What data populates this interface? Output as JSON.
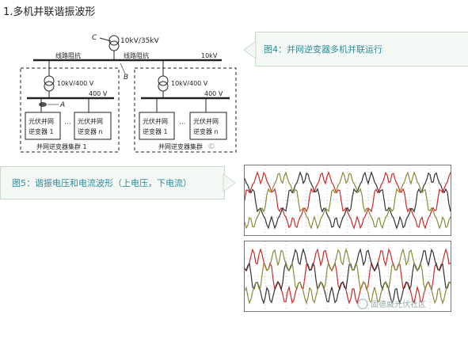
{
  "section_heading": "1.多机并联谐振波形",
  "callouts": {
    "fig4": "图4：并网逆变器多机并联运行",
    "fig5": "图5：谐振电压和电流波形（上电压，下电流）"
  },
  "circuit": {
    "transformer_top": "10kV/35kV",
    "label_c": "C",
    "line_impedance_left": "线路阻抗",
    "line_impedance_right": "线路阻抗",
    "bus_label": "10kV",
    "label_b": "B",
    "label_a": "A",
    "cluster_transformer": "10kV/400 V",
    "low_voltage": "400 V",
    "inverter_1": [
      "光伏并网",
      "逆变器 1"
    ],
    "inverter_n": [
      "光伏并网",
      "逆变器 n"
    ],
    "dots": "···",
    "cluster_1_label": "并网逆变器集群 1",
    "cluster_2_label": "并网逆变器集群",
    "watermark": "固德威光伏社区"
  },
  "colors": {
    "accent_text": "#2f8a9a",
    "callout_bg": "#f4f8f4",
    "wave_red": "#cc2a2a",
    "wave_black": "#333333",
    "wave_olive": "#8a8a3a"
  }
}
